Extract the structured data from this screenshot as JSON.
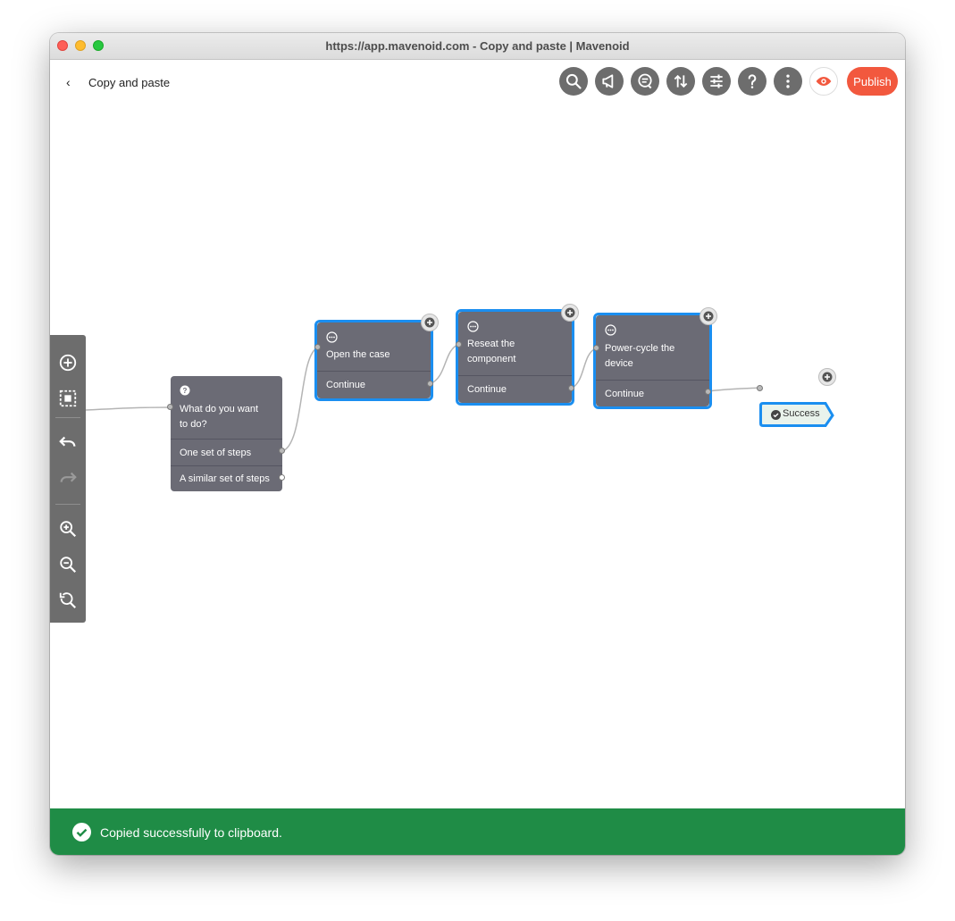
{
  "window": {
    "title": "https://app.mavenoid.com - Copy and paste | Mavenoid"
  },
  "header": {
    "back_glyph": "‹",
    "title": "Copy and paste",
    "toolbar": [
      {
        "icon": "search-icon"
      },
      {
        "icon": "megaphone-icon"
      },
      {
        "icon": "chat-search-icon"
      },
      {
        "icon": "sort-arrows-icon"
      },
      {
        "icon": "sliders-icon"
      },
      {
        "icon": "help-icon"
      },
      {
        "icon": "more-vertical-icon"
      },
      {
        "icon": "eye-icon"
      }
    ],
    "publish_label": "Publish"
  },
  "colors": {
    "accent": "#f2583e",
    "node": "#6b6b75",
    "selection": "#1a8ef0",
    "toast": "#1f8c46",
    "toolbar": "#6d6d6d"
  },
  "sidebar": {
    "tools": [
      {
        "icon": "add-circle-icon"
      },
      {
        "icon": "select-area-icon"
      },
      {
        "icon": "undo-icon"
      },
      {
        "icon": "redo-icon"
      },
      {
        "icon": "zoom-in-icon"
      },
      {
        "icon": "zoom-out-icon"
      },
      {
        "icon": "zoom-reset-icon"
      }
    ]
  },
  "flow": {
    "question": {
      "icon": "question-icon",
      "title_line1": "What do you want",
      "title_line2": "to do?",
      "options": [
        "One set of steps",
        "A similar set of steps"
      ]
    },
    "steps": [
      {
        "icon": "chat-bubble-icon",
        "title_line1": "Open the case",
        "title_line2": "",
        "option": "Continue"
      },
      {
        "icon": "chat-bubble-icon",
        "title_line1": "Reseat the",
        "title_line2": "component",
        "option": "Continue"
      },
      {
        "icon": "chat-bubble-icon",
        "title_line1": "Power-cycle the",
        "title_line2": "device",
        "option": "Continue"
      }
    ],
    "outcome": {
      "icon": "check-circle-icon",
      "label": "Success"
    }
  },
  "toast": {
    "icon": "check-circle-icon",
    "message": "Copied successfully to clipboard."
  }
}
